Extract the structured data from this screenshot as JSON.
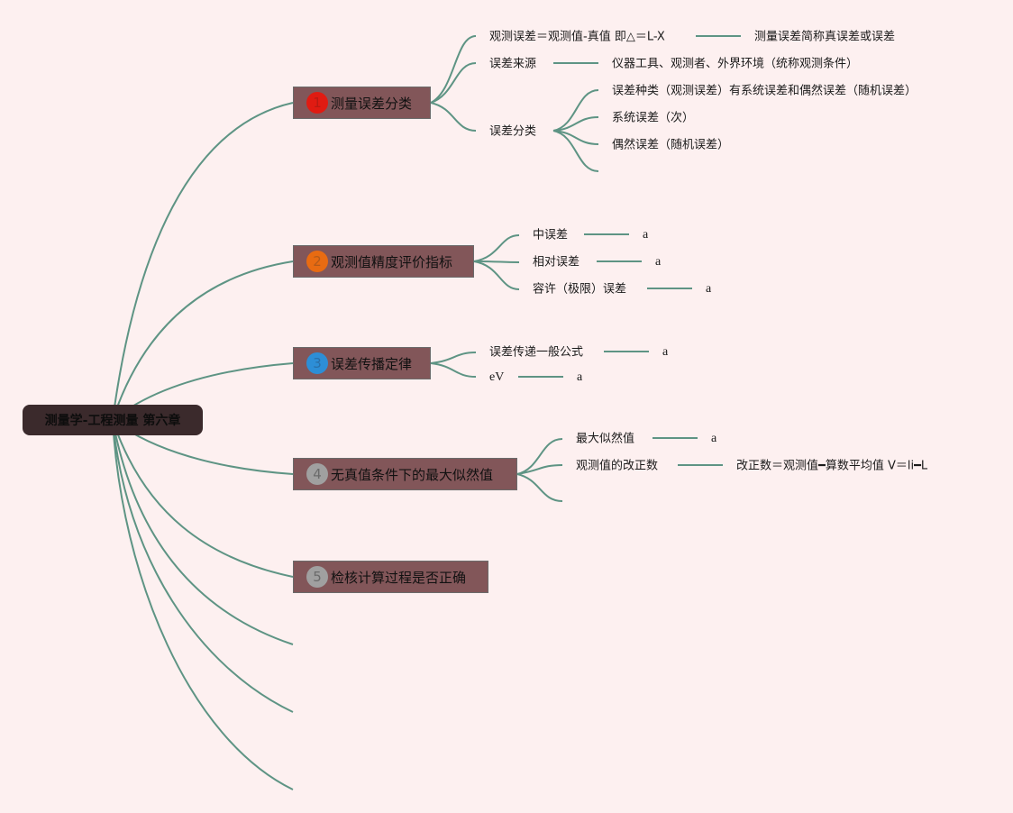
{
  "root": "测量学-工程测量 第六章",
  "topics": [
    {
      "num": "1",
      "num_color": "#e01b12",
      "num_text_color": "#b91a12",
      "label": "测量误差分类"
    },
    {
      "num": "2",
      "num_color": "#e86b12",
      "num_text_color": "#b45a1a",
      "label": "观测值精度评价指标"
    },
    {
      "num": "3",
      "num_color": "#2d8ed6",
      "num_text_color": "#2a6fa8",
      "label": "误差传播定律"
    },
    {
      "num": "4",
      "num_color": "#a0a0a0",
      "num_text_color": "#6b6b6b",
      "label": "无真值条件下的最大似然值"
    },
    {
      "num": "5",
      "num_color": "#a0a0a0",
      "num_text_color": "#6b6b6b",
      "label": "检核计算过程是否正确"
    }
  ],
  "t1": {
    "def": "观测误差＝观测值-真值 即△＝L-X",
    "def_note": "测量误差简称真误差或误差",
    "source": "误差来源",
    "source_note": "仪器工具、观测者、外界环境（统称观测条件）",
    "cls": "误差分类",
    "cls_items": [
      "误差种类（观测误差）有系统误差和偶然误差（随机误差）",
      "系统误差（次）",
      "偶然误差（随机误差）"
    ]
  },
  "t2": {
    "items": [
      "中误差",
      "相对误差",
      "容许（极限）误差"
    ],
    "notes": [
      "a",
      "a",
      "a"
    ]
  },
  "t3": {
    "items": [
      "误差传递一般公式",
      "eV"
    ],
    "notes": [
      "a",
      "a"
    ]
  },
  "t4": {
    "items": [
      "最大似然值",
      "观测值的改正数"
    ],
    "notes": [
      "a",
      "改正数＝观测值━算数平均值 V＝li━L"
    ]
  }
}
